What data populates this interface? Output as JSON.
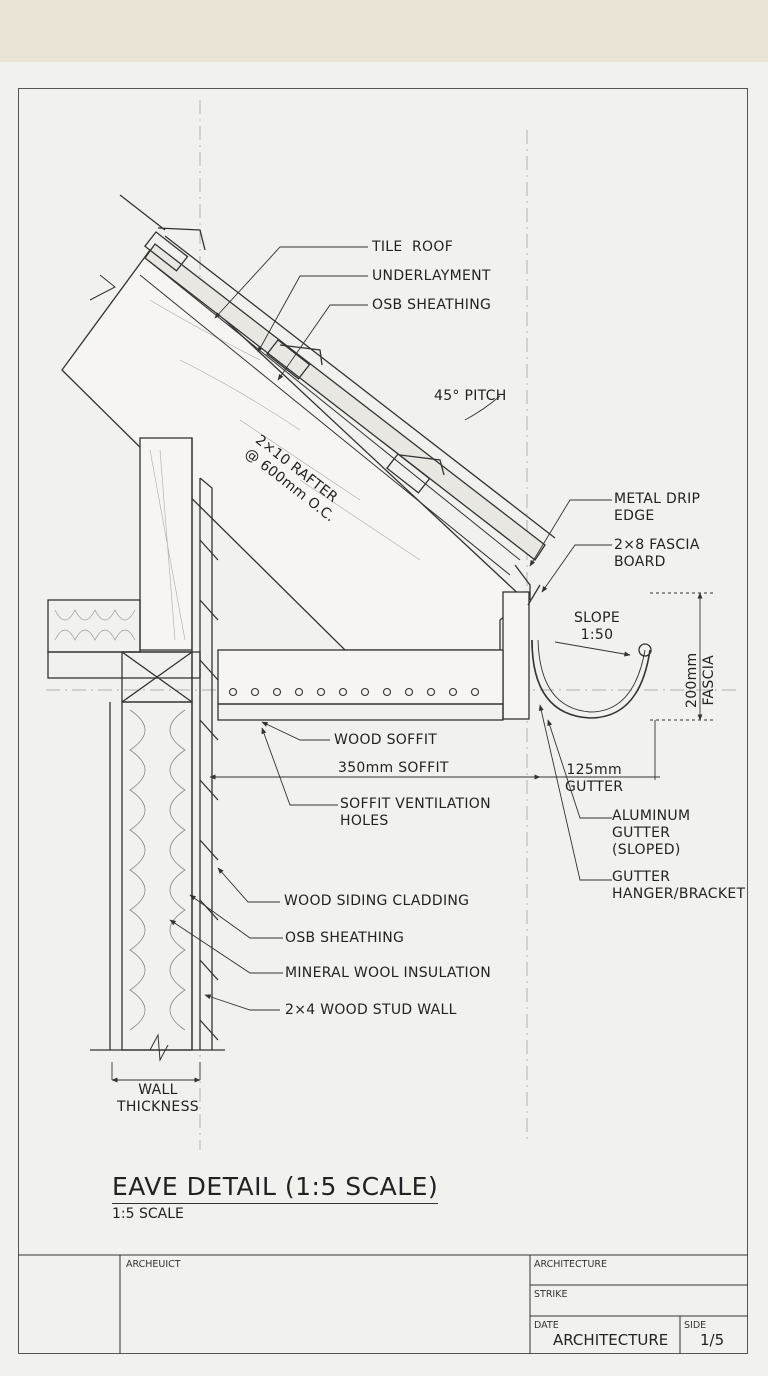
{
  "drawing": {
    "title": "EAVE DETAIL (1:5 SCALE)",
    "scale_note": "1:5 SCALE",
    "callouts": {
      "tile_roof": "TILE  ROOF",
      "underlayment": "UNDERLAYMENT",
      "osb_roof": "OSB SHEATHING",
      "pitch": "45° PITCH",
      "rafter": "2×10 RAFTER\n@ 600mm O.C.",
      "drip_edge": "METAL DRIP\nEDGE",
      "fascia_board": "2×8 FASCIA\nBOARD",
      "slope": "SLOPE\n1:50",
      "fascia_dim": "200mm\nFASCIA",
      "wood_soffit": "WOOD SOFFIT",
      "soffit_dim": "350mm SOFFIT",
      "gutter_dim": "125mm\nGUTTER",
      "soffit_vent": "SOFFIT VENTILATION\nHOLES",
      "alu_gutter": "ALUMINUM\nGUTTER\n(SLOPED)",
      "gutter_hanger": "GUTTER\nHANGER/BRACKET",
      "siding": "WOOD SIDING CLADDING",
      "osb_wall": "OSB SHEATHING",
      "mineral_wool": "MINERAL WOOL INSULATION",
      "stud_wall": "2×4 WOOD STUD WALL",
      "wall_thickness": "WALL\nTHICKNESS"
    }
  },
  "title_block": {
    "architect_label": "ARCHEUICT",
    "architecture_label": "ARCHITECTURE",
    "strike_label": "STRIKE",
    "date_label": "DATE",
    "date_value": "ARCHITECTURE",
    "side_label": "SIDE",
    "side_value": "1/5"
  },
  "colors": {
    "paper": "#f1f1ee",
    "line": "#333333",
    "background": "#e9e4d6"
  }
}
